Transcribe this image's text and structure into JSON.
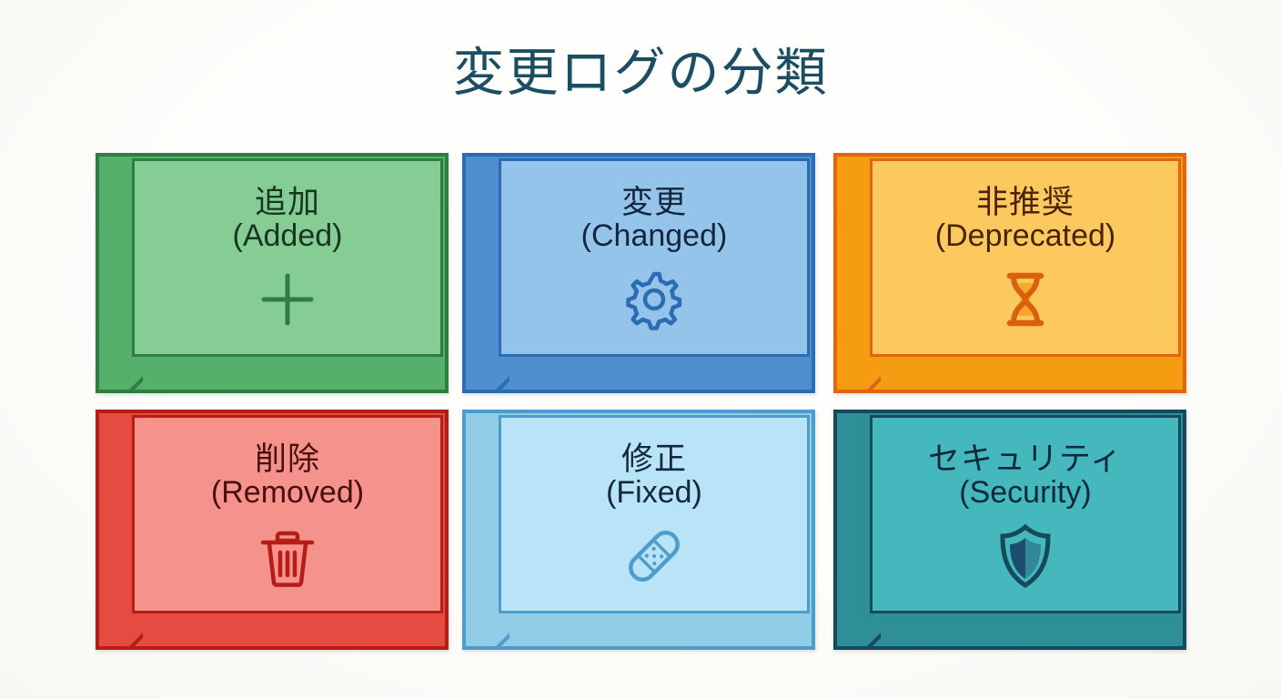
{
  "page": {
    "title": "変更ログの分類",
    "title_color": "#1b4d63",
    "background_color": "#ffffff"
  },
  "cards": [
    {
      "id": "added",
      "label_jp": "追加",
      "label_en": "(Added)",
      "icon": "plus-icon",
      "colors": {
        "face": "#86cc95",
        "side": "#55b06c",
        "border": "#2e7d43",
        "text": "#16361e",
        "icon": "#2e7d43"
      }
    },
    {
      "id": "changed",
      "label_jp": "変更",
      "label_en": "(Changed)",
      "icon": "gear-icon",
      "colors": {
        "face": "#94c4ea",
        "side": "#4f8fd0",
        "border": "#2b6cb5",
        "text": "#16253f",
        "icon": "#2b6cb5"
      }
    },
    {
      "id": "deprecated",
      "label_jp": "非推奨",
      "label_en": "(Deprecated)",
      "icon": "hourglass-icon",
      "colors": {
        "face": "#fbc95e",
        "side": "#f59c13",
        "border": "#e0650d",
        "text": "#4a2207",
        "icon": "#e0650d"
      }
    },
    {
      "id": "removed",
      "label_jp": "削除",
      "label_en": "(Removed)",
      "icon": "trash-icon",
      "colors": {
        "face": "#f6928c",
        "side": "#e64b41",
        "border": "#b51d17",
        "text": "#47100d",
        "icon": "#b51d17"
      }
    },
    {
      "id": "fixed",
      "label_jp": "修正",
      "label_en": "(Fixed)",
      "icon": "bandage-icon",
      "colors": {
        "face": "#b9e4f7",
        "side": "#92cde8",
        "border": "#4e9ccb",
        "text": "#13273a",
        "icon": "#4e9ccb"
      }
    },
    {
      "id": "security",
      "label_jp": "セキュリティ",
      "label_en": "(Security)",
      "icon": "shield-icon",
      "colors": {
        "face": "#44b8bc",
        "side": "#2e8f99",
        "border": "#16495c",
        "text": "#10283c",
        "icon": "#16495c"
      }
    }
  ]
}
